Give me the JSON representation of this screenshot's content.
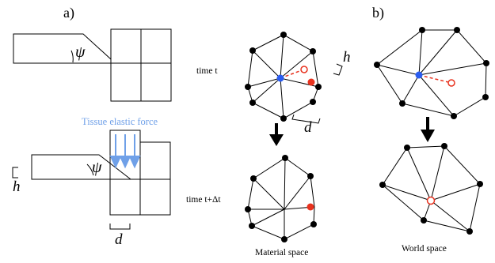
{
  "panels": {
    "a_label": "a)",
    "b_label": "b)"
  },
  "left_diagram": {
    "angle_symbol": "ψ",
    "force_label": "Tissue elastic force",
    "h_label": "h",
    "d_label": "d"
  },
  "mesh": {
    "time_t": "time t",
    "time_t_dt": "time t+Δt",
    "h_label": "h",
    "d_label": "d",
    "material_space": "Material space",
    "world_space": "World space"
  },
  "colors": {
    "force_text": "#6fa0e8",
    "arrow_blue": "#6fa0e8",
    "node_blue": "#2a5cf0",
    "node_red": "#e8321e",
    "dashed_red": "#e8321e"
  }
}
